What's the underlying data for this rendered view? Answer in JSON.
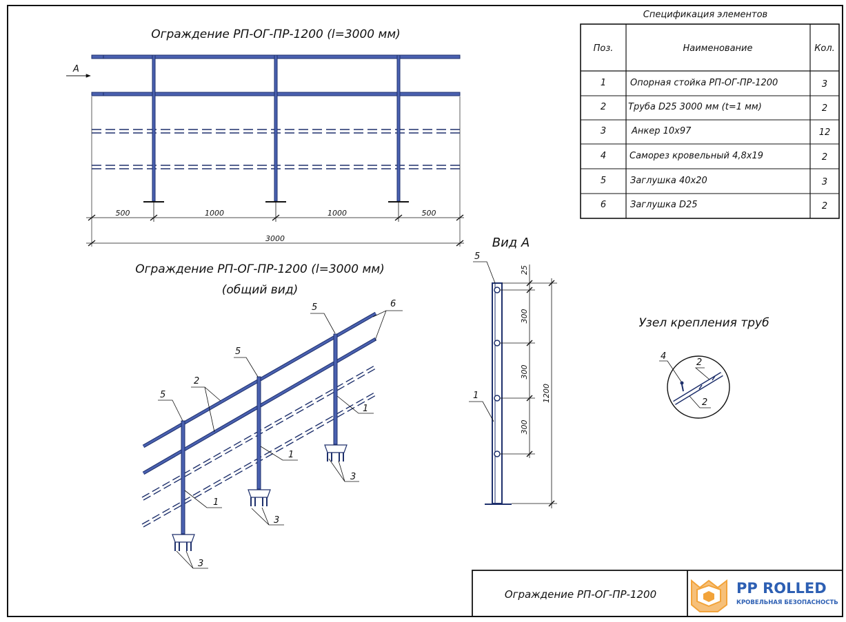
{
  "titles": {
    "front_view": "Ограждение РП-ОГ-ПР-1200 (l=3000 мм)",
    "general_view_1": "Ограждение РП-ОГ-ПР-1200 (l=3000 мм)",
    "general_view_2": "(общий вид)",
    "view_a": "Вид А",
    "node": "Узел крепления труб",
    "stamp": "Ограждение РП-ОГ-ПР-1200"
  },
  "view_marker": "А",
  "front_dimensions": {
    "segments": [
      "500",
      "1000",
      "1000",
      "500"
    ],
    "total": "3000"
  },
  "view_a_dimensions": {
    "top": "25",
    "spacings": [
      "300",
      "300",
      "300"
    ],
    "height": "1200",
    "cap_label": "5",
    "post_label": "1"
  },
  "callouts": {
    "cap": "5",
    "cap2": "5",
    "cap3": "5",
    "plug": "6",
    "pipe": "2",
    "post1": "1",
    "post2": "1",
    "post3": "1",
    "anchor1": "3",
    "anchor2": "3",
    "anchor3": "3"
  },
  "node_callouts": {
    "screw": "4",
    "pipe_a": "2",
    "pipe_b": "2"
  },
  "spec": {
    "title": "Спецификация элементов",
    "headers": {
      "pos": "Поз.",
      "name": "Наименование",
      "qty": "Кол."
    },
    "rows": [
      {
        "pos": "1",
        "name": "Опорная стойка РП-ОГ-ПР-1200",
        "qty": "3"
      },
      {
        "pos": "2",
        "name": "Труба D25 3000 мм (t=1 мм)",
        "qty": "2"
      },
      {
        "pos": "3",
        "name": "Анкер 10х97",
        "qty": "12"
      },
      {
        "pos": "4",
        "name": "Саморез кровельный 4,8х19",
        "qty": "2"
      },
      {
        "pos": "5",
        "name": "Заглушка 40х20",
        "qty": "3"
      },
      {
        "pos": "6",
        "name": "Заглушка D25",
        "qty": "2"
      }
    ]
  },
  "logo": {
    "brand": "PP ROLLED",
    "tagline": "КРОВЕЛЬНАЯ БЕЗОПАСНОСТЬ",
    "brand_color": "#2d5fb3",
    "accent_color": "#f2a33a"
  }
}
